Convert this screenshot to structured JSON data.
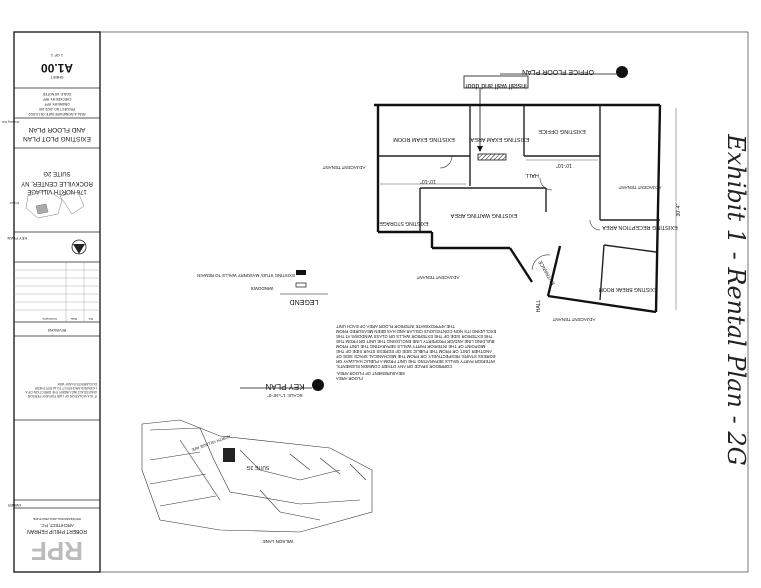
{
  "title_block": {
    "sheet_label": "SHEET",
    "sheet_number": "A1.00",
    "sheet_of": "1 OF 1",
    "project_info": [
      "SEAL & SIGNATURE  DATE: 05.13.2022",
      "PROJECT NO: 2022-100",
      "DRAWN BY: RPF",
      "CHECKED BY: RPF",
      "SCALE: AS NOTED"
    ],
    "drawing_title_line1": "EXISTING PLOT PLAN",
    "drawing_title_line2": "AND FLOOR PLAN",
    "drawing_title_label": "Drawing Title",
    "project_label": "Project",
    "project_line1": "176 NORTH VILLAGE",
    "project_line2": "ROCKVILLE CENTER, NY",
    "project_line3": "SUITE 2G",
    "key_plan_label": "KEY PLAN",
    "revisions_label": "REVISIONS",
    "revision_headers": [
      "No.",
      "Date",
      "Comments"
    ],
    "notes_text": "IT IS A VIOLATION OF LAW FOR ANY PERSON UNLESS ACTING UNDER THE DIRECTION OF A LICENSED ARCHITECT TO ALTER THESE DOCUMENTS IN ANY WAY.",
    "owner_label": "OWNER",
    "architect_logo": "RPF",
    "architect_name": "ROBERT PHILIP FEHRAN",
    "architect_sub": "ARCHITECT, P.C.",
    "architect_address": "PROFESSIONAL ARCHITECTURE"
  },
  "plan": {
    "title": "OFFICE FLOOR PLAN",
    "annotation": "install wall and door",
    "rooms": [
      {
        "name": "EXISTING OFFICE"
      },
      {
        "name": "EXISTING EXAM AREA"
      },
      {
        "name": "EXISTING EXAM ROOM"
      },
      {
        "name": "EXISTING WAITING AREA"
      },
      {
        "name": "EXISTING STORAGE"
      },
      {
        "name": "EXISTING RECEPTION AREA"
      },
      {
        "name": "EXISTING BREAK ROOM"
      },
      {
        "name": "HALL"
      }
    ],
    "tenant_labels": [
      "ADJACENT TENANT",
      "ADJACENT TENANT",
      "ADJACENT TENANT",
      "ADJACENT TENANT"
    ],
    "entrance_label": "ENTRANCE",
    "hall_label": "HALL",
    "dims": [
      "10'-10\"",
      "10'-10\"",
      "30'-4\""
    ]
  },
  "legend": {
    "title": "LEGEND",
    "items": [
      "WINDOWS",
      "EXISTING STUD/ MASONRY WALLS TO REMAIN"
    ]
  },
  "key_plan": {
    "title": "KEY PLAN",
    "scale": "SCALE: 1\"=40'-0\"",
    "suite_label": "SUITE 2G",
    "street_1": "NORTH VILLAGE AVE.",
    "street_2": "WILSON LANE"
  },
  "floor_note": {
    "heading": "FLOOR AREA",
    "lines": [
      "THE APPROXIMATE INTERIOR FLOOR AREA OF EACH UNIT",
      "EXCLUDING ITS NON-CONTIGUOUS CELLAR AND HAS BEEN MEASURED FROM",
      "THE EXTERIOR SIDE OF THE EXTERIOR WALLS OR GLASS WINDOWS AT THE",
      "BUILDING LINE AND/OR PROPERTY LINE ENCLOSING THE UNIT OR FROM THE",
      "MIDPOINT OF THE INTERIOR PARTY WALLS SEPARATING THE UNIT FROM",
      "ANOTHER UNIT, OR FROM THE PUBLIC SIDE OF EGRESS STAIR SIDE OF THE",
      "EGRESS STAIRS, RESPECTIVELY, OR FROM THE MECHANICAL SPACE SIDE OF",
      "INTERIOR PARTY WALLS SEPARATING THE UNIT FROM A PUBLIC HALLWAY OR",
      "CORRIDOR SPACE OR ANY OTHER COMMON ELEMENTS.",
      "MEASUREMENT OF FLOOR AREA."
    ]
  },
  "handwritten": "Exhibit 1 - Rental Plan - 2G"
}
